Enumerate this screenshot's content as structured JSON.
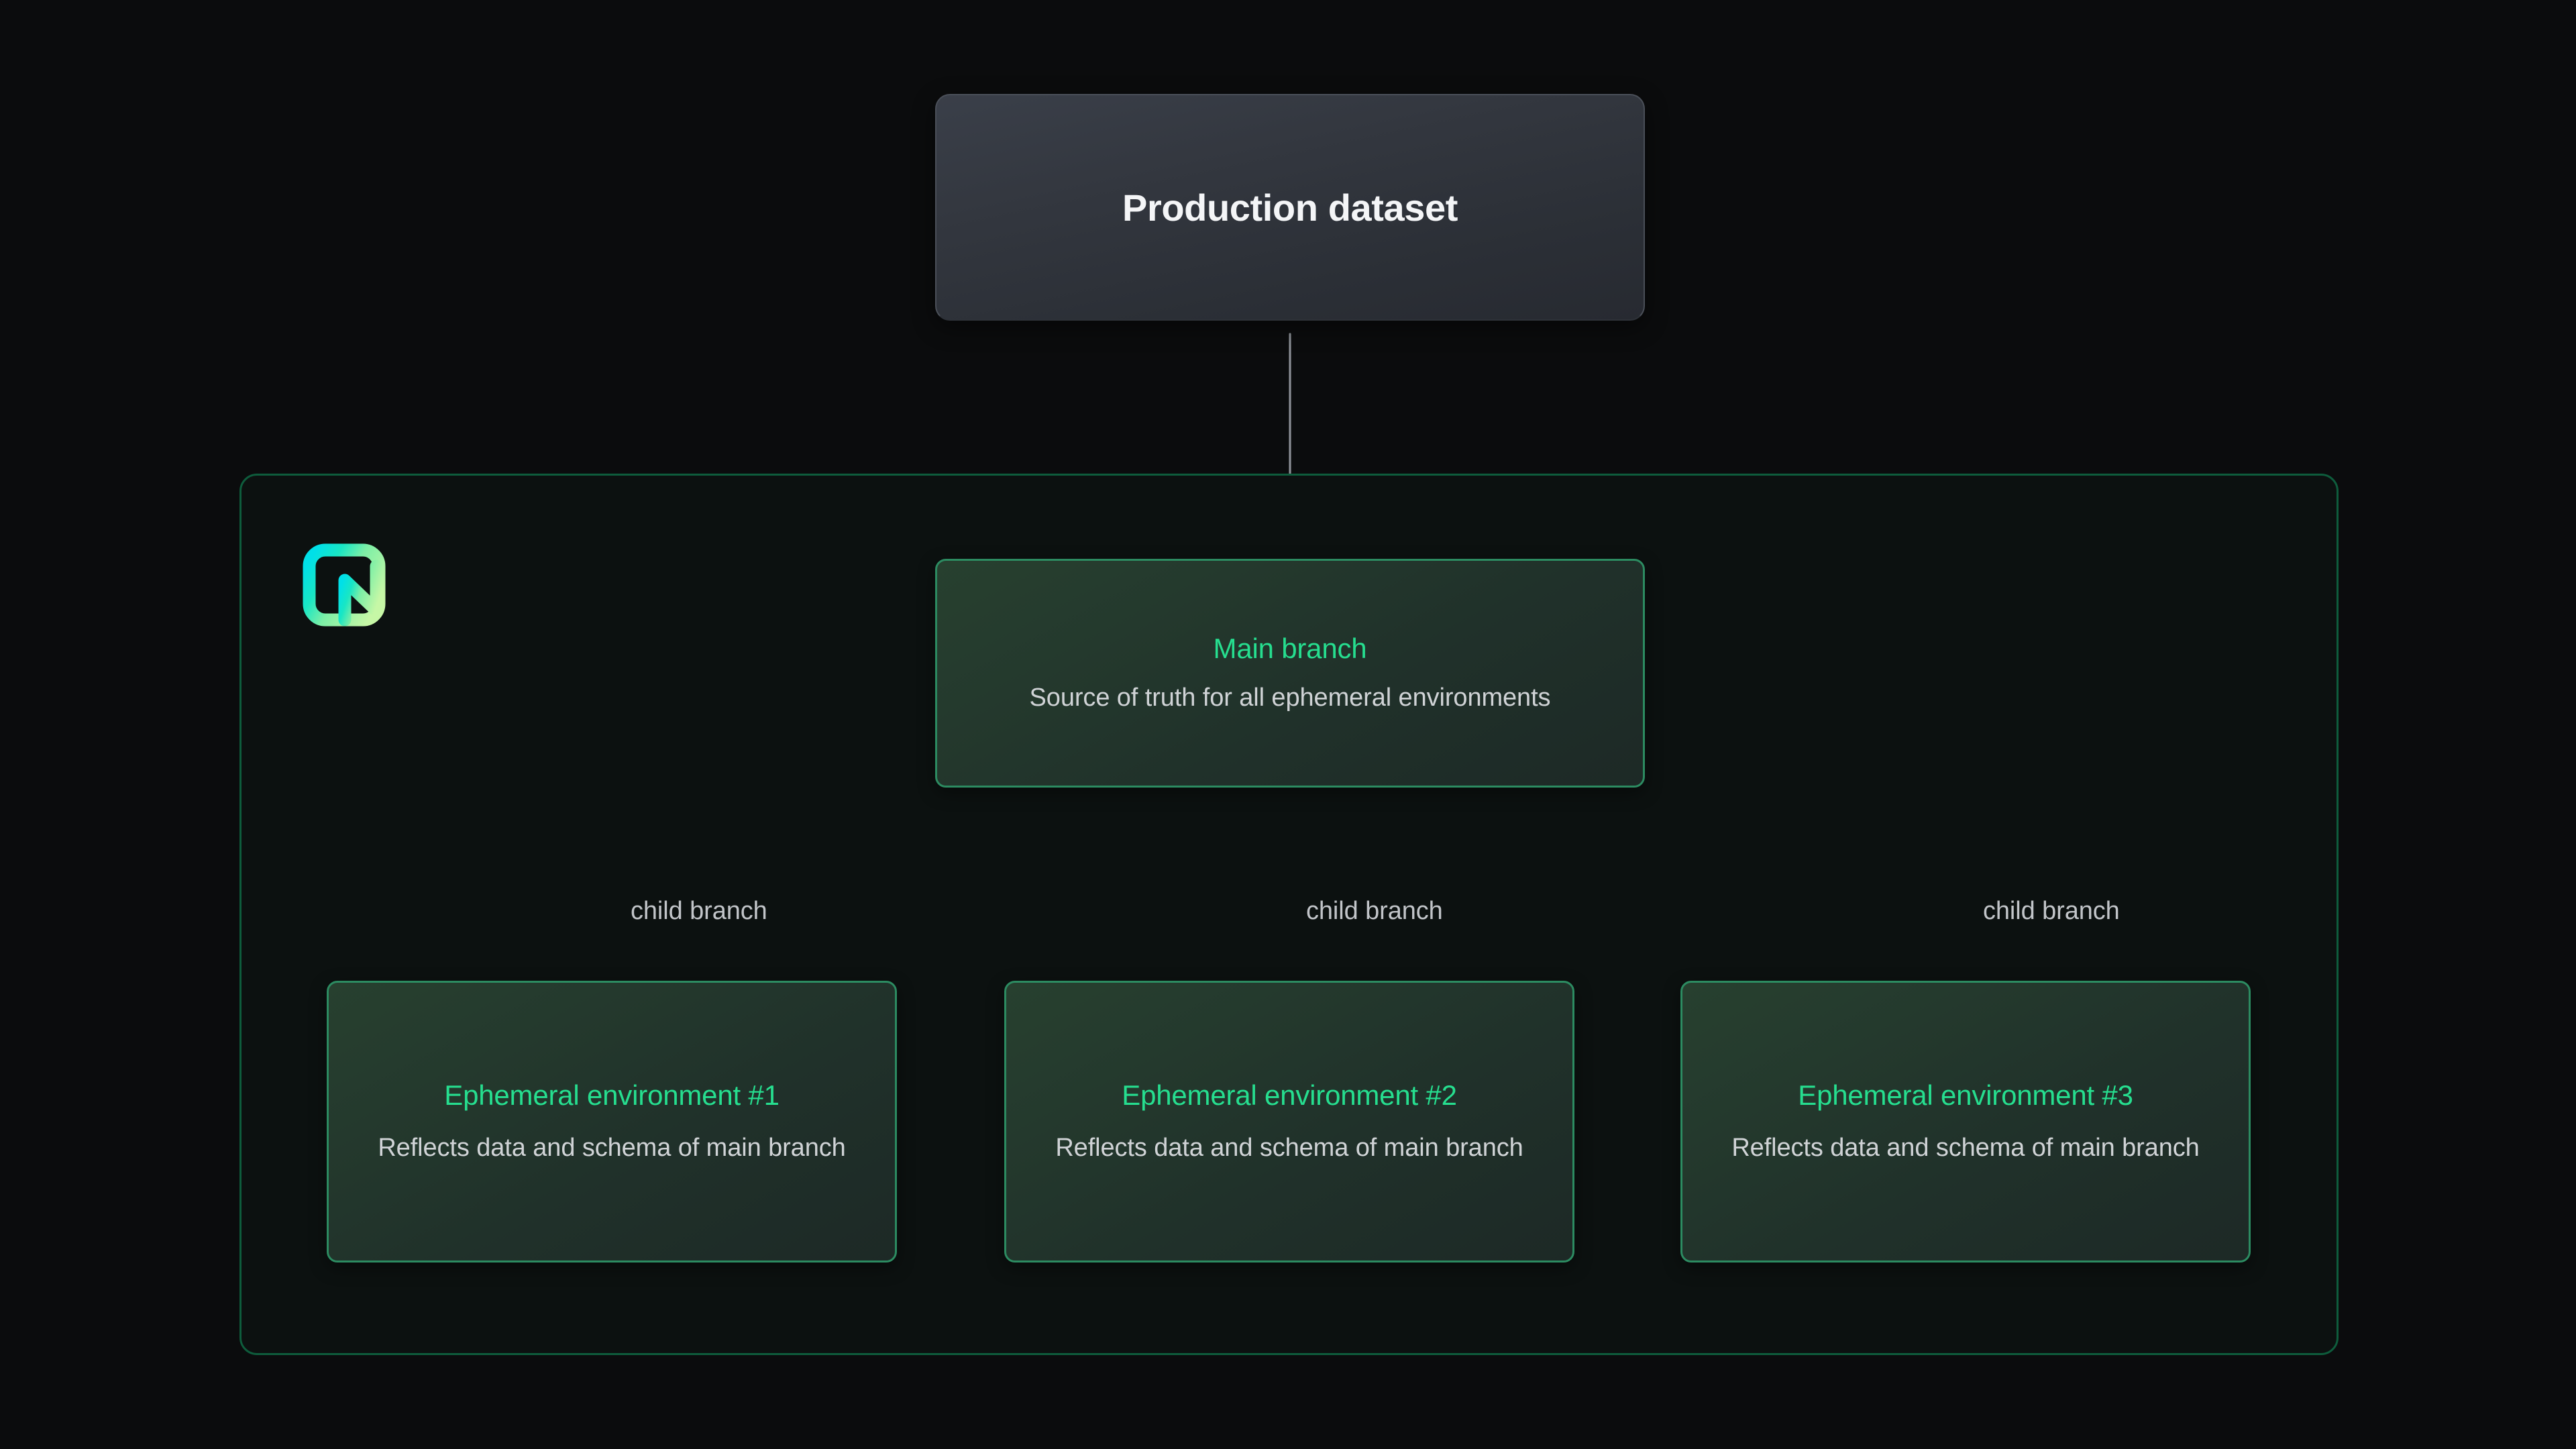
{
  "background_color": "#0b0c0d",
  "colors": {
    "accent_green": "#26de8f",
    "container_border": "#0e5c3c",
    "node_border_green": "#2c8b61",
    "connector_grey": "#8a8e94",
    "body_text": "#d0d3d6",
    "production_border": "#4a4f58",
    "logo_cyan": "#00e5d4",
    "logo_green": "#bdf5a0"
  },
  "production": {
    "title": "Production dataset"
  },
  "container": {
    "logo_name": "neon-logo"
  },
  "main_branch": {
    "title": "Main branch",
    "description": "Source of truth for all ephemeral environments"
  },
  "ephemeral_environments": [
    {
      "title": "Ephemeral environment #1",
      "description": "Reflects data and schema of main branch"
    },
    {
      "title": "Ephemeral environment #2",
      "description": "Reflects data and schema of main branch"
    },
    {
      "title": "Ephemeral environment #3",
      "description": "Reflects data and schema of main branch"
    }
  ],
  "edges": {
    "production_to_main": "",
    "child_labels": [
      "child branch",
      "child branch",
      "child branch"
    ]
  }
}
